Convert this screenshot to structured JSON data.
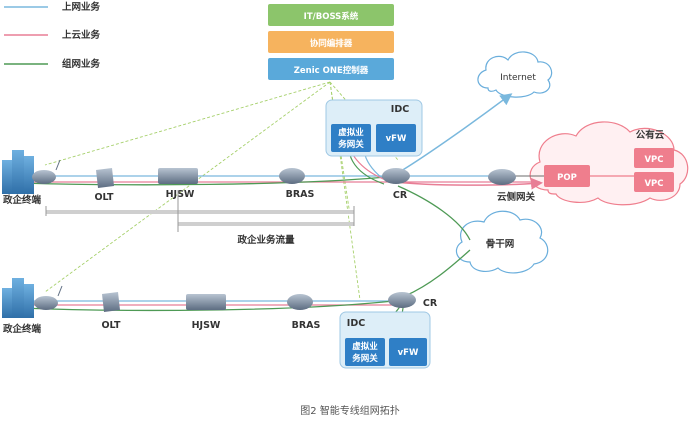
{
  "legend": [
    {
      "label": "上网业务",
      "color": "#7ab8dd"
    },
    {
      "label": "上云业务",
      "color": "#e87e96"
    },
    {
      "label": "组网业务",
      "color": "#4e9a55"
    }
  ],
  "systems": {
    "it_boss": "IT/BOSS系统",
    "orchestrator": "协同编排器",
    "controller": "Zenic ONE控制器"
  },
  "colors": {
    "it_boss": "#8cc56b",
    "orchestrator": "#f6b35e",
    "controller": "#5aa9da",
    "idc_bg": "#ddeef8",
    "vm_gw": "#2f7fc6",
    "pop": "#ef7e8d",
    "vpc": "#ef7e8d",
    "cloud_pub_bg": "#fff0f2",
    "cloud_pub_border": "#ef7e8d",
    "cloud_blue_border": "#6aaedc"
  },
  "top": {
    "terminal": "政企终端",
    "olt": "OLT",
    "hjsw": "HJSW",
    "bras": "BRAS",
    "cr": "CR",
    "idc": "IDC",
    "vm_gw": "虚拟业务网关",
    "vfw": "vFW",
    "internet": "Internet",
    "public_cloud": "公有云",
    "pop": "POP",
    "vpc1": "VPC",
    "vpc2": "VPC",
    "cloud_gw": "云侧网关",
    "flow": "政企业务流量"
  },
  "backbone": "骨干网",
  "bottom": {
    "terminal": "政企终端",
    "olt": "OLT",
    "hjsw": "HJSW",
    "bras": "BRAS",
    "cr": "CR",
    "idc": "IDC",
    "vm_gw": "虚拟业务网关",
    "vfw": "vFW"
  },
  "caption": "图2  智能专线组网拓扑"
}
